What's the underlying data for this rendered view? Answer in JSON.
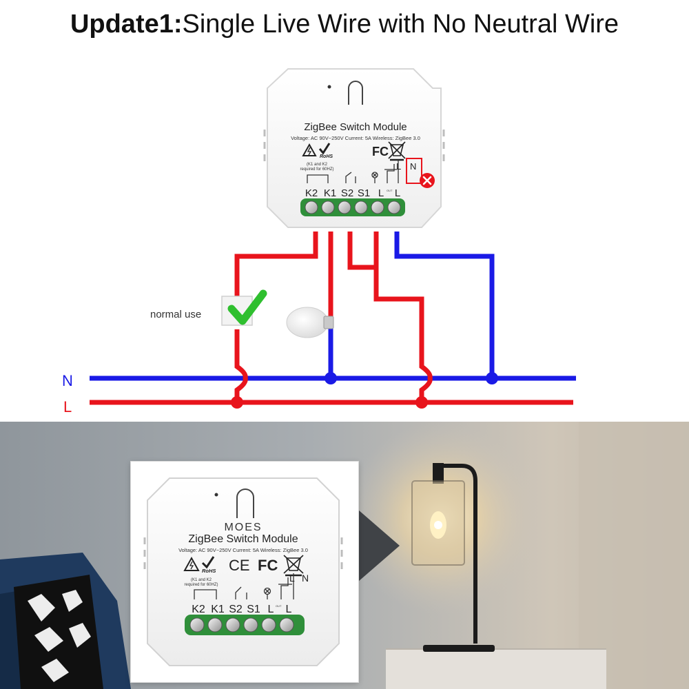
{
  "header": {
    "title_bold": "Update1:",
    "title_rest": "Single Live Wire with No Neutral Wire"
  },
  "module_top": {
    "name": "ZigBee Switch Module",
    "spec": "Voltage: AC 90V~250V  Current: 5A  Wireless: ZigBee 3.0",
    "rohs": "RoHS",
    "fcc": "FC",
    "note_line1": "(K1 and K2",
    "note_line2": "required for 60HZ)",
    "terminals": [
      "K2",
      "K1",
      "S2",
      "S1",
      "L",
      "L"
    ],
    "out_label": "OUT",
    "l_label": "L",
    "n_label": "N"
  },
  "diagram": {
    "n_label": "N",
    "l_label": "L",
    "normal_use": "normal use",
    "colors": {
      "live": "#e8141c",
      "neutral": "#1a1ae6",
      "check": "#2fbf2f",
      "cross": "#e8141c"
    }
  },
  "module_photo": {
    "brand": "MOES",
    "name": "ZigBee Switch Module",
    "spec": "Voltage: AC 90V~250V  Current: 5A  Wireless: ZigBee 3.0",
    "rohs": "RoHS",
    "ce": "CE",
    "fcc": "FC",
    "note_line1": "(K1 and K2",
    "note_line2": "required for 60HZ)",
    "terminals": [
      "K2",
      "K1",
      "S2",
      "S1",
      "L",
      "L"
    ],
    "out_label": "OUT",
    "l_label": "L",
    "n_label": "N"
  }
}
